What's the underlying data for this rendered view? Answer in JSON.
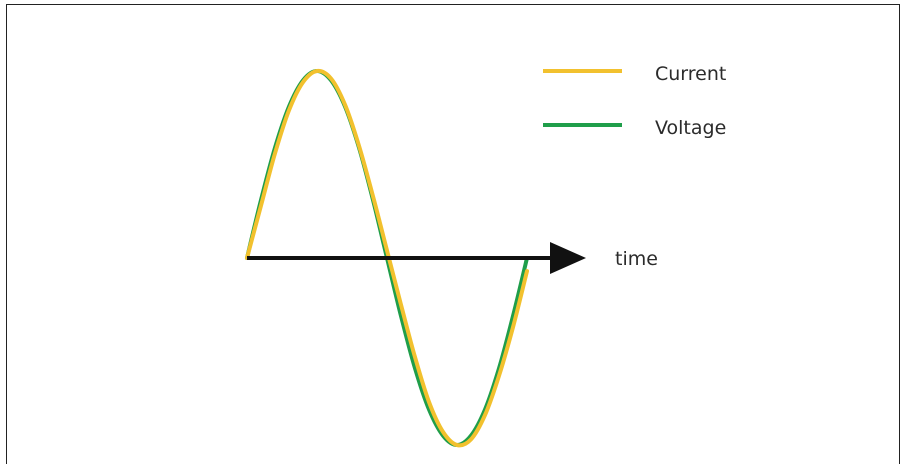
{
  "chart_data": {
    "type": "line",
    "xlabel": "time",
    "ylabel": "",
    "title": "",
    "grid": false,
    "legend_placement": "top-right",
    "x": [
      0,
      0.05,
      0.1,
      0.15,
      0.2,
      0.25,
      0.3,
      0.35,
      0.4,
      0.45,
      0.5,
      0.55,
      0.6,
      0.65,
      0.7,
      0.75,
      0.8,
      0.85,
      0.9,
      0.95,
      1.0
    ],
    "xlim": [
      0,
      1.17
    ],
    "ylim": [
      -1,
      1
    ],
    "series": [
      {
        "name": "Current",
        "color": "#f2c12e",
        "values": [
          0,
          0.28,
          0.56,
          0.79,
          0.94,
          1.0,
          0.96,
          0.82,
          0.6,
          0.33,
          0.04,
          -0.25,
          -0.53,
          -0.77,
          -0.93,
          -1.0,
          -0.97,
          -0.84,
          -0.63,
          -0.37,
          -0.07
        ]
      },
      {
        "name": "Voltage",
        "color": "#1f9e4a",
        "values": [
          0,
          0.31,
          0.59,
          0.81,
          0.95,
          1.0,
          0.95,
          0.81,
          0.59,
          0.31,
          0.0,
          -0.31,
          -0.59,
          -0.81,
          -0.95,
          -1.0,
          -0.95,
          -0.81,
          -0.59,
          -0.31,
          0.0
        ]
      }
    ]
  }
}
